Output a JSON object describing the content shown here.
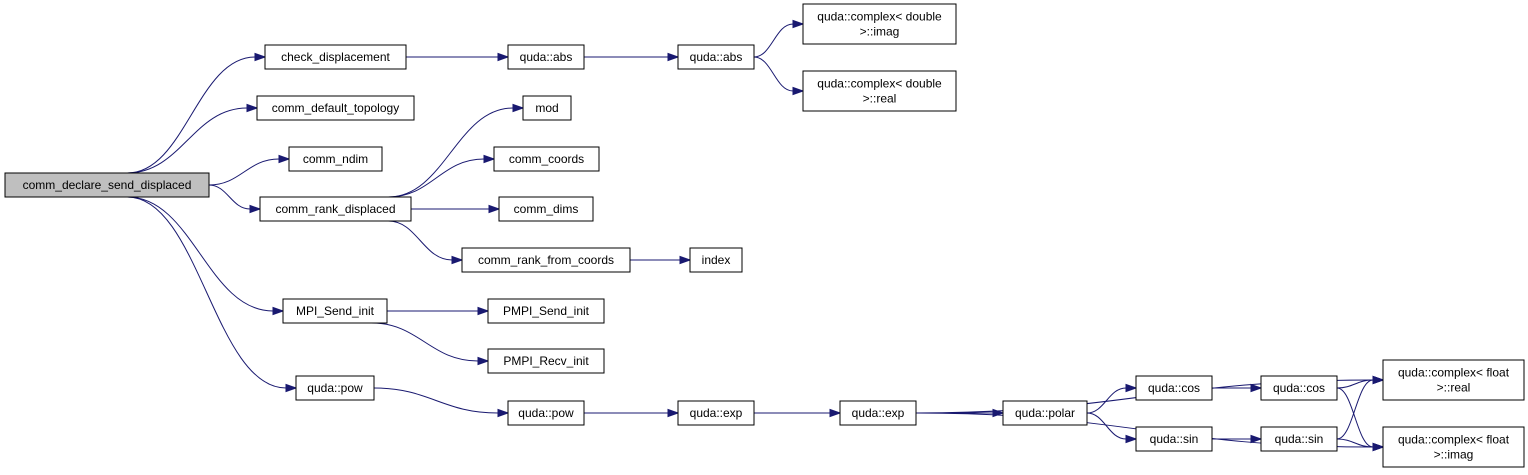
{
  "graph": {
    "colors": {
      "edge": "#191970",
      "node_fill": "#ffffff",
      "root_fill": "#bfbfbf",
      "border": "#000000"
    },
    "nodes": [
      {
        "id": "root",
        "lines": [
          "comm_declare_send_displaced"
        ],
        "root": true
      },
      {
        "id": "chk",
        "lines": [
          "check_displacement"
        ]
      },
      {
        "id": "topo",
        "lines": [
          "comm_default_topology"
        ]
      },
      {
        "id": "ndim",
        "lines": [
          "comm_ndim"
        ]
      },
      {
        "id": "rdisp",
        "lines": [
          "comm_rank_displaced"
        ]
      },
      {
        "id": "msi",
        "lines": [
          "MPI_Send_init"
        ]
      },
      {
        "id": "qpow1",
        "lines": [
          "quda::pow"
        ]
      },
      {
        "id": "qabs1",
        "lines": [
          "quda::abs"
        ]
      },
      {
        "id": "qabs2",
        "lines": [
          "quda::abs"
        ]
      },
      {
        "id": "cdimag",
        "lines": [
          "quda::complex< double",
          ">::imag"
        ]
      },
      {
        "id": "cdreal",
        "lines": [
          "quda::complex< double",
          ">::real"
        ]
      },
      {
        "id": "mod",
        "lines": [
          "mod"
        ]
      },
      {
        "id": "ccoords",
        "lines": [
          "comm_coords"
        ]
      },
      {
        "id": "cdims",
        "lines": [
          "comm_dims"
        ]
      },
      {
        "id": "crfc",
        "lines": [
          "comm_rank_from_coords"
        ]
      },
      {
        "id": "index",
        "lines": [
          "index"
        ]
      },
      {
        "id": "pmsi",
        "lines": [
          "PMPI_Send_init"
        ]
      },
      {
        "id": "pmri",
        "lines": [
          "PMPI_Recv_init"
        ]
      },
      {
        "id": "qpow2",
        "lines": [
          "quda::pow"
        ]
      },
      {
        "id": "qexp1",
        "lines": [
          "quda::exp"
        ]
      },
      {
        "id": "qexp2",
        "lines": [
          "quda::exp"
        ]
      },
      {
        "id": "qpolar",
        "lines": [
          "quda::polar"
        ]
      },
      {
        "id": "qcos1",
        "lines": [
          "quda::cos"
        ]
      },
      {
        "id": "qcos2",
        "lines": [
          "quda::cos"
        ]
      },
      {
        "id": "qsin1",
        "lines": [
          "quda::sin"
        ]
      },
      {
        "id": "qsin2",
        "lines": [
          "quda::sin"
        ]
      },
      {
        "id": "cfreal",
        "lines": [
          "quda::complex< float",
          ">::real"
        ]
      },
      {
        "id": "cfimag",
        "lines": [
          "quda::complex< float",
          ">::imag"
        ]
      }
    ],
    "edges": [
      [
        "root",
        "chk"
      ],
      [
        "root",
        "topo"
      ],
      [
        "root",
        "ndim"
      ],
      [
        "root",
        "rdisp"
      ],
      [
        "root",
        "msi"
      ],
      [
        "root",
        "qpow1"
      ],
      [
        "chk",
        "qabs1"
      ],
      [
        "qabs1",
        "qabs2"
      ],
      [
        "qabs2",
        "cdimag"
      ],
      [
        "qabs2",
        "cdreal"
      ],
      [
        "rdisp",
        "mod"
      ],
      [
        "rdisp",
        "ccoords"
      ],
      [
        "rdisp",
        "cdims"
      ],
      [
        "rdisp",
        "crfc"
      ],
      [
        "crfc",
        "index"
      ],
      [
        "msi",
        "pmsi"
      ],
      [
        "msi",
        "pmri"
      ],
      [
        "qpow1",
        "qpow2"
      ],
      [
        "qpow2",
        "qexp1"
      ],
      [
        "qexp1",
        "qexp2"
      ],
      [
        "qexp2",
        "cfreal"
      ],
      [
        "qexp2",
        "qpolar"
      ],
      [
        "qexp2",
        "cfimag"
      ],
      [
        "qpolar",
        "qcos1"
      ],
      [
        "qpolar",
        "qsin1"
      ],
      [
        "qcos1",
        "qcos2"
      ],
      [
        "qsin1",
        "qsin2"
      ],
      [
        "qcos2",
        "cfreal"
      ],
      [
        "qcos2",
        "cfimag"
      ],
      [
        "qsin2",
        "cfreal"
      ],
      [
        "qsin2",
        "cfimag"
      ]
    ]
  }
}
